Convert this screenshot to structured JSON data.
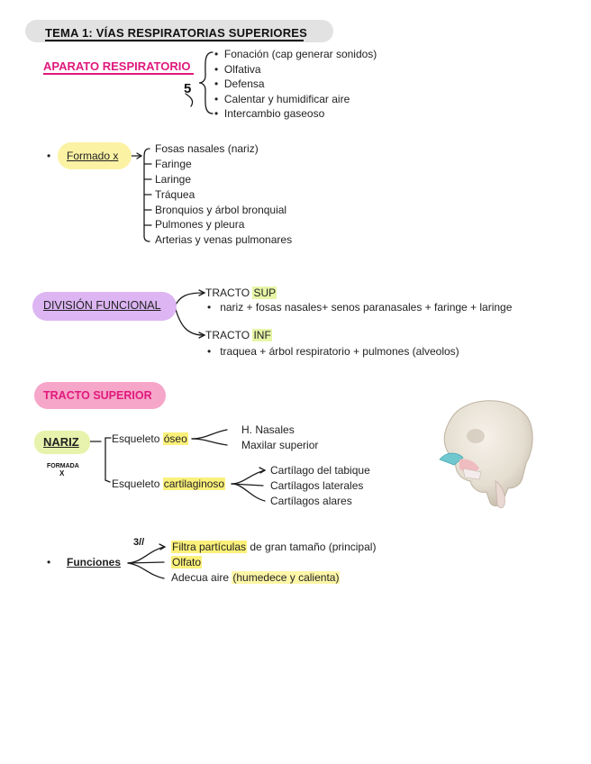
{
  "title": "TEMA 1: VÍAS RESPIRATORIAS SUPERIORES",
  "aparato": {
    "heading": "APARATO RESPIRATORIO",
    "count_note": "5",
    "functions": [
      "Fonación (cap generar sonidos)",
      "Olfativa",
      "Defensa",
      "Calentar y humidificar aire",
      "Intercambio gaseoso"
    ]
  },
  "formado": {
    "label": "Formado x",
    "items": [
      "Fosas nasales (nariz)",
      "Faringe",
      "Laringe",
      "Tráquea",
      "Bronquios y árbol bronquial",
      "Pulmones y pleura",
      "Arterias y venas pulmonares"
    ]
  },
  "division": {
    "heading": "DIVISIÓN FUNCIONAL",
    "sup": {
      "label_prefix": "TRACTO ",
      "label_hl": "SUP",
      "detail": "nariz + fosas nasales+ senos paranasales + faringe + laringe"
    },
    "inf": {
      "label_prefix": "TRACTO ",
      "label_hl": "INF",
      "detail": "traquea + árbol respiratorio + pulmones (alveolos)"
    }
  },
  "tracto_superior": {
    "heading": "TRACTO SUPERIOR"
  },
  "nariz": {
    "heading": "NARIZ",
    "side_note_line1": "FORMADA",
    "side_note_line2": "X",
    "oseo": {
      "prefix": "Esqueleto ",
      "hl": "óseo",
      "items": [
        "H. Nasales",
        "Maxilar superior"
      ]
    },
    "cartilaginoso": {
      "prefix": "Esqueleto ",
      "hl": "cartilaginoso",
      "items": [
        "Cartílago del tabique",
        "Cartílagos laterales",
        "Cartílagos alares"
      ]
    }
  },
  "funciones": {
    "heading": "Funciones",
    "count_note": "3//",
    "items": [
      {
        "hl": "Filtra partículas",
        "rest": " de gran tamaño (principal)"
      },
      {
        "hl": "Olfato",
        "rest": ""
      },
      {
        "plain": "Adecua aire ",
        "hl": "(humedece y calienta)"
      }
    ]
  },
  "colors": {
    "pink": "#e0197d",
    "yellow_highlight": "#fbf07a",
    "purple_blob": "#dcb5f2",
    "pink_blob": "#f6a6c8",
    "green_blob": "#e7f3ad",
    "title_pill": "#e2e2e2"
  },
  "icons": [
    "skull-nose-illustration",
    "brace",
    "arrow"
  ]
}
